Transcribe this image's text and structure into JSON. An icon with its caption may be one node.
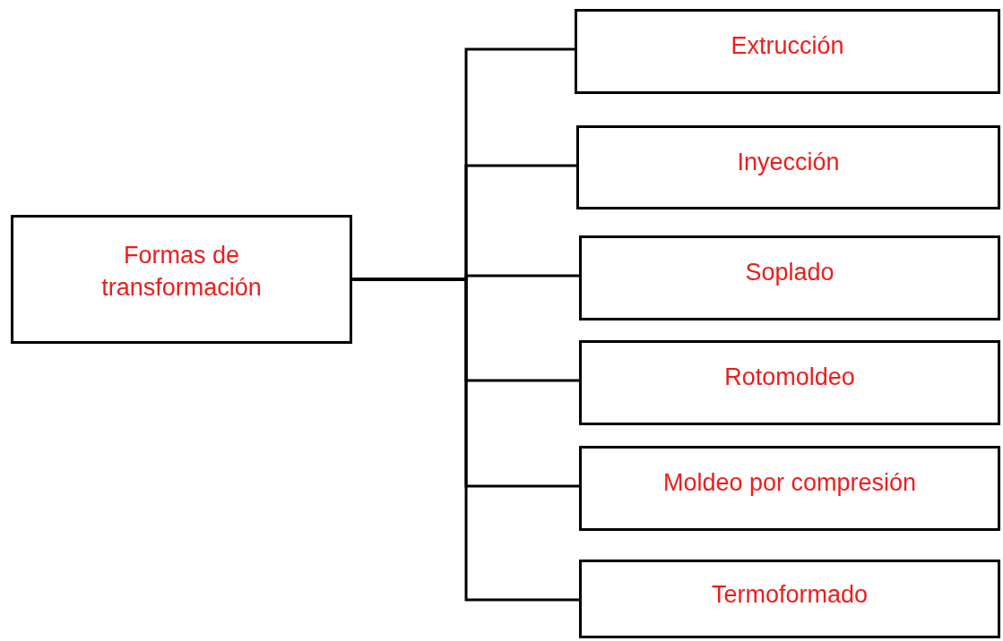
{
  "diagram": {
    "nodes": [
      {
        "text": [
          "Formas de transformación"
        ]
      },
      {
        "text": [
          "Extrucción"
        ]
      },
      {
        "text": [
          "Inyección"
        ]
      },
      {
        "text": [
          "Soplado"
        ]
      },
      {
        "text": [
          "Rotomoldeo"
        ]
      },
      {
        "text": [
          "Moldeo por compresión"
        ]
      },
      {
        "text": [
          "Termoformado"
        ]
      }
    ],
    "edges": [
      {
        "from": 0,
        "to": 1,
        "arrow": "none"
      },
      {
        "from": 0,
        "to": 2,
        "arrow": "none"
      },
      {
        "from": 0,
        "to": 3,
        "arrow": "none"
      },
      {
        "from": 0,
        "to": 4,
        "arrow": "none"
      },
      {
        "from": 0,
        "to": 5,
        "arrow": "none"
      },
      {
        "from": 0,
        "to": 6,
        "arrow": "none"
      }
    ]
  }
}
